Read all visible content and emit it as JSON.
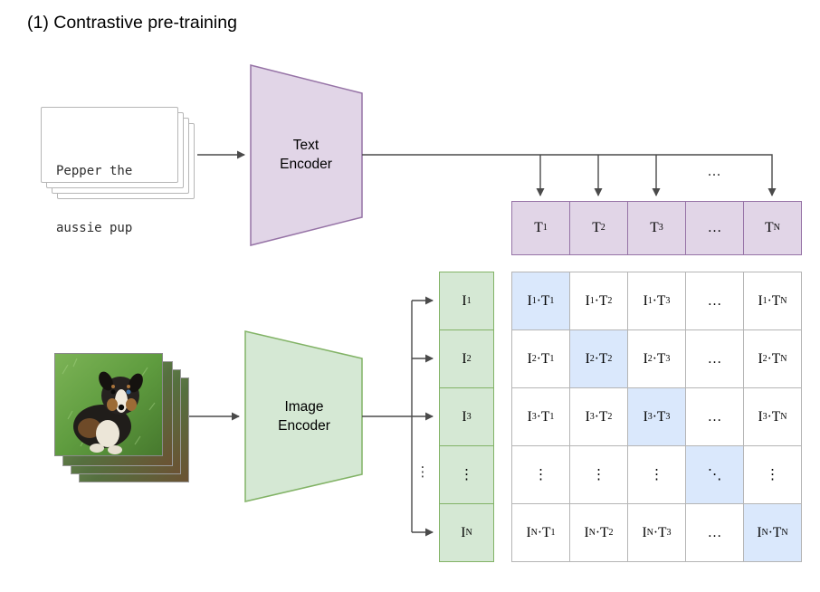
{
  "title": "(1) Contrastive pre-training",
  "text_input": {
    "lines": [
      "Pepper the",
      "aussie pup"
    ]
  },
  "encoders": {
    "text": "Text Encoder",
    "image": "Image Encoder"
  },
  "connector_labels": {
    "top_ellipsis": "…",
    "left_vdots": "⋮"
  },
  "text_embeddings": {
    "cells": [
      "T_1",
      "T_2",
      "T_3",
      "…",
      "T_N"
    ]
  },
  "image_embeddings": {
    "cells": [
      "I_1",
      "I_2",
      "I_3",
      "⋮",
      "I_N"
    ]
  },
  "similarity_matrix": {
    "rows": [
      [
        "I_1·T_1",
        "I_1·T_2",
        "I_1·T_3",
        "…",
        "I_1·T_N"
      ],
      [
        "I_2·T_1",
        "I_2·T_2",
        "I_2·T_3",
        "…",
        "I_2·T_N"
      ],
      [
        "I_3·T_1",
        "I_3·T_2",
        "I_3·T_3",
        "…",
        "I_3·T_N"
      ],
      [
        "⋮",
        "⋮",
        "⋮",
        "⋱",
        "⋮"
      ],
      [
        "I_N·T_1",
        "I_N·T_2",
        "I_N·T_3",
        "…",
        "I_N·T_N"
      ]
    ]
  },
  "colors": {
    "text_encoder_fill": "#e1d5e7",
    "text_encoder_stroke": "#9673a6",
    "image_encoder_fill": "#d5e8d4",
    "image_encoder_stroke": "#82b366",
    "diagonal_fill": "#dae8fc",
    "matrix_cell_border": "#b5b5b5",
    "arrow": "#4a4a4a"
  }
}
